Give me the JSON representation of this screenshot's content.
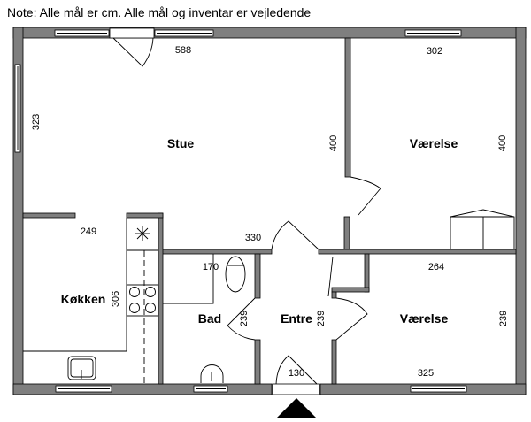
{
  "note": "Note: Alle mål er cm. Alle mål og inventar er vejledende",
  "rooms": {
    "stue": "Stue",
    "vaerelse1": "Værelse",
    "koekken": "Køkken",
    "bad": "Bad",
    "entre": "Entre",
    "vaerelse2": "Værelse"
  },
  "dimensions": {
    "stue_width": "588",
    "stue_height": "400",
    "stue_left": "323",
    "vaerelse1_width": "302",
    "vaerelse1_height": "400",
    "koekken_width": "249",
    "koekken_height": "306",
    "hall_330": "330",
    "bad_width": "170",
    "bad_height": "239",
    "entre_height": "239",
    "entre_width": "130",
    "vaerelse2_width_top": "264",
    "vaerelse2_width_bottom": "325",
    "vaerelse2_height": "239"
  },
  "colors": {
    "wall": "#7f7f7f"
  }
}
